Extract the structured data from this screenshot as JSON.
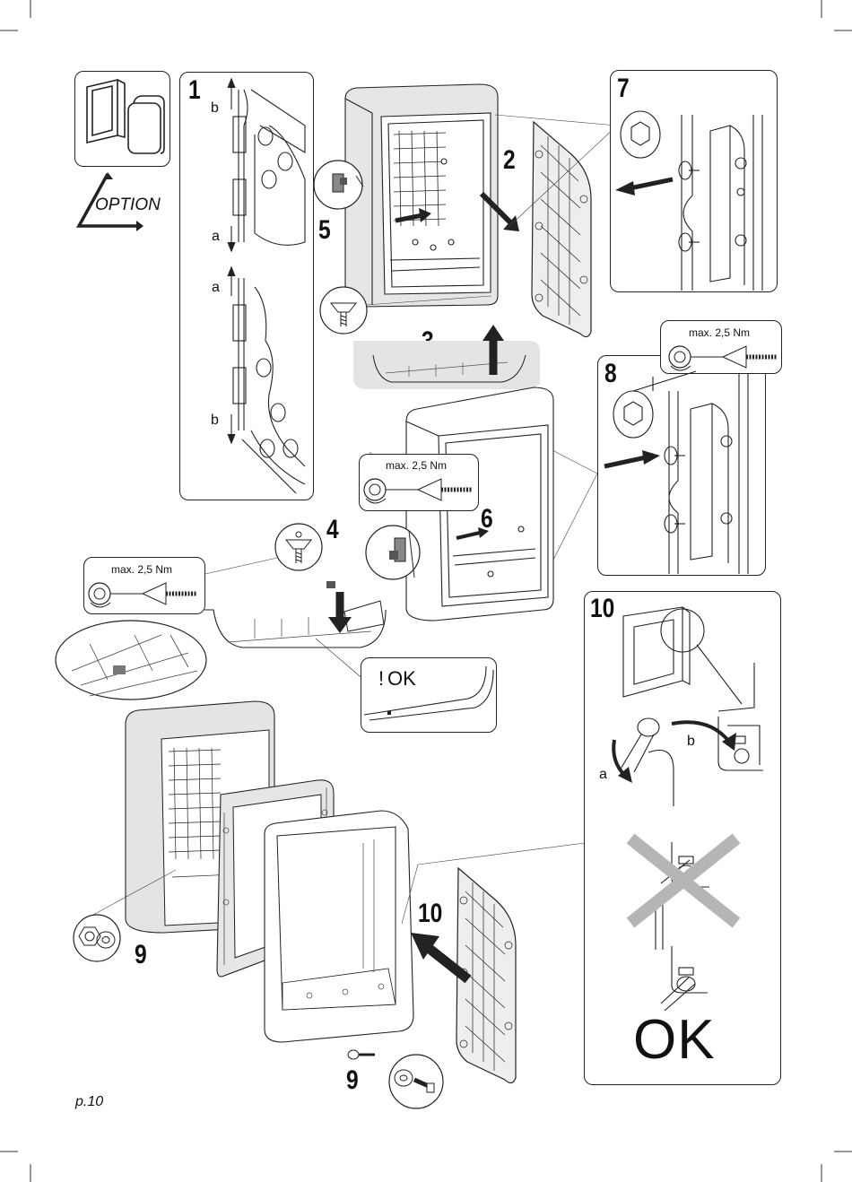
{
  "page": {
    "page_number": "p.10"
  },
  "option": {
    "label": "OPTION"
  },
  "steps": {
    "s1": "1",
    "s2": "2",
    "s3": "3",
    "s4": "4",
    "s5": "5",
    "s6": "6",
    "s7": "7",
    "s8": "8",
    "s9a": "9",
    "s9b": "9",
    "s10a": "10",
    "s10b": "10"
  },
  "labels": {
    "a": "a",
    "b": "b"
  },
  "torque": {
    "value": "max. 2,5 Nm"
  },
  "ok": {
    "excl": "!",
    "small": "OK",
    "large": "OK"
  },
  "colors": {
    "ink": "#222222",
    "shade": "#d9d9d9",
    "grey_x": "#b5b5b5"
  }
}
